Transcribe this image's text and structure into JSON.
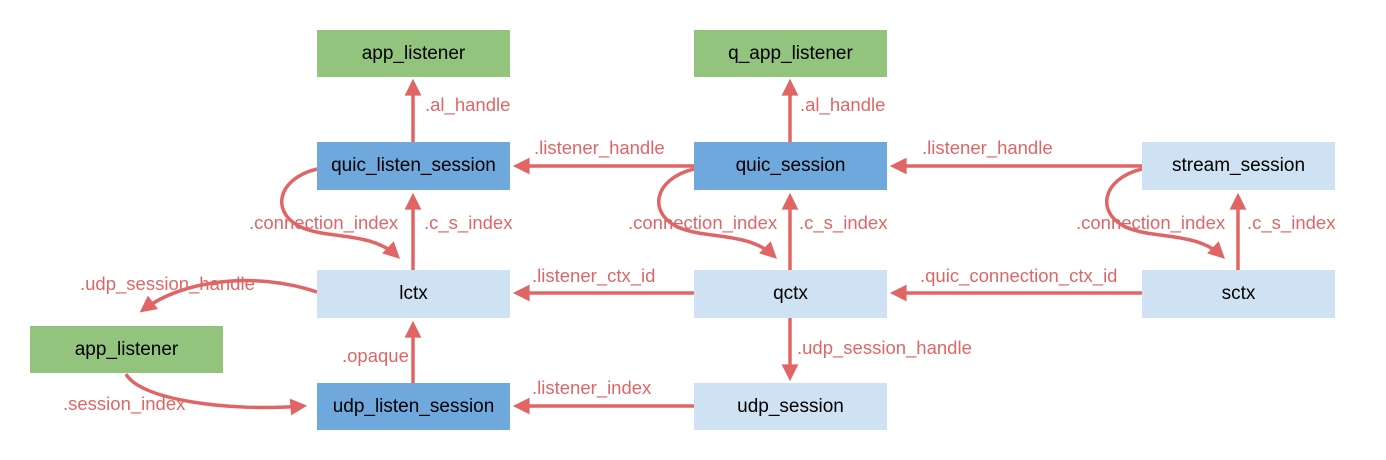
{
  "diagram": {
    "title": "session structure relationships diagram",
    "colors": {
      "node_green": "#93c47d",
      "node_blue": "#6fa8dc",
      "node_light_blue": "#cfe2f3",
      "arrow_red": "#e06666",
      "text": "#000000",
      "background": "#ffffff"
    },
    "nodes": {
      "app_listener_top": {
        "label": "app_listener"
      },
      "q_app_listener": {
        "label": "q_app_listener"
      },
      "quic_listen_session": {
        "label": "quic_listen_session"
      },
      "quic_session": {
        "label": "quic_session"
      },
      "stream_session": {
        "label": "stream_session"
      },
      "lctx": {
        "label": "lctx"
      },
      "qctx": {
        "label": "qctx"
      },
      "sctx": {
        "label": "sctx"
      },
      "app_listener_left": {
        "label": "app_listener"
      },
      "udp_listen_session": {
        "label": "udp_listen_session"
      },
      "udp_session": {
        "label": "udp_session"
      }
    },
    "edges": {
      "al_handle_left": {
        "label": ".al_handle"
      },
      "al_handle_right": {
        "label": ".al_handle"
      },
      "listener_handle_mid": {
        "label": ".listener_handle"
      },
      "listener_handle_right": {
        "label": ".listener_handle"
      },
      "connection_index_1": {
        "label": ".connection_index"
      },
      "c_s_index_1": {
        "label": ".c_s_index"
      },
      "connection_index_2": {
        "label": ".connection_index"
      },
      "c_s_index_2": {
        "label": ".c_s_index"
      },
      "connection_index_3": {
        "label": ".connection_index"
      },
      "c_s_index_3": {
        "label": ".c_s_index"
      },
      "listener_ctx_id": {
        "label": ".listener_ctx_id"
      },
      "quic_connection_ctx_id": {
        "label": ".quic_connection_ctx_id"
      },
      "udp_session_handle_left": {
        "label": ".udp_session_handle"
      },
      "udp_session_handle_mid": {
        "label": ".udp_session_handle"
      },
      "opaque": {
        "label": ".opaque"
      },
      "listener_index": {
        "label": ".listener_index"
      },
      "session_index": {
        "label": ".session_index"
      }
    }
  }
}
